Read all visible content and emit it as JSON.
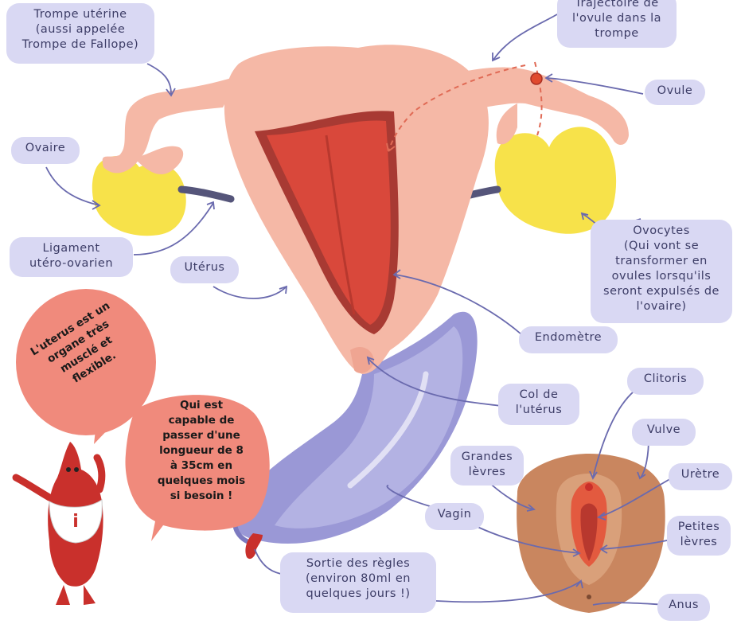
{
  "labels": {
    "trompe_uterine": [
      "Trompe utérine",
      "(aussi appelée",
      "Trompe de Fallope)"
    ],
    "trajectoire": [
      "Trajectoire de",
      "l'ovule dans la",
      "trompe"
    ],
    "ovule": "Ovule",
    "ovaire": "Ovaire",
    "ligament": [
      "Ligament",
      "utéro-ovarien"
    ],
    "uterus": "Utérus",
    "ovocytes": [
      "Ovocytes",
      "(Qui vont se",
      "transformer en",
      "ovules lorsqu'ils",
      "seront expulsés de",
      "l'ovaire)"
    ],
    "endometre": "Endomètre",
    "col": [
      "Col de",
      "l'utérus"
    ],
    "clitoris": "Clitoris",
    "vulve": "Vulve",
    "grandes_levres": [
      "Grandes",
      "lèvres"
    ],
    "uretre": "Urètre",
    "vagin": "Vagin",
    "petites_levres": [
      "Petites",
      "lèvres"
    ],
    "sortie_regles": [
      "Sortie des règles",
      "(environ 80ml en",
      "quelques jours !)"
    ],
    "anus": "Anus"
  },
  "bubbles": {
    "muscle": [
      "L'uterus est un",
      "organe très",
      "musclé et",
      "flexible."
    ],
    "capable": [
      "Qui est",
      "capable de",
      "passer d'une",
      "longueur de 8",
      "à 35cm en",
      "quelques mois",
      "si besoin !"
    ]
  },
  "mascot": {
    "shirt_letter": "i"
  },
  "colors": {
    "label_bg": "#d9d8f3",
    "label_text": "#3c3c66",
    "bubble": "#f08a7c",
    "uterus": "#f5b8a6",
    "endometrium": "#d9483b",
    "ovary": "#f7e24a",
    "vagina": "#9a98d6",
    "vulva_skin": "#c9865f",
    "arrow": "#6a6aae"
  }
}
